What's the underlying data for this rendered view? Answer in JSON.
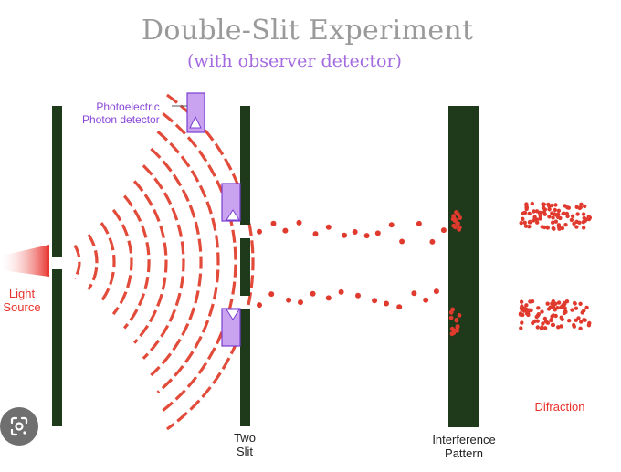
{
  "title": "Double-Slit Experiment",
  "subtitle": "(with observer detector)",
  "labels": {
    "detector_line1": "Photoelectric",
    "detector_line2": "Photon detector",
    "light_line1": "Light",
    "light_line2": "Source",
    "slit_line1": "Two",
    "slit_line2": "Slit",
    "pattern_line1": "Interference",
    "pattern_line2": "Pattern",
    "diffraction": "Difraction"
  },
  "colors": {
    "barrier": "#1f3a1a",
    "wave": "#e24a3a",
    "detector": "#b98ae8",
    "detector_stroke": "#7a3fd0",
    "particle": "#e03a2e",
    "source": "#e8322c"
  },
  "icons": {
    "lens": "google-lens-icon"
  }
}
